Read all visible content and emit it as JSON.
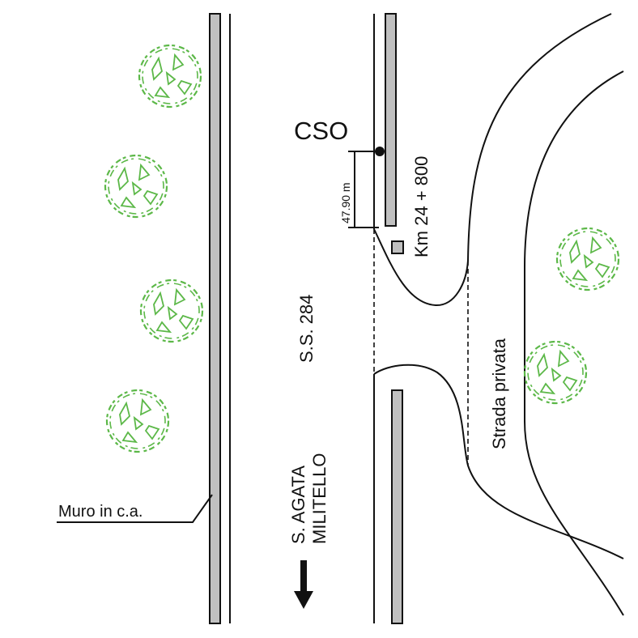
{
  "labels": {
    "cso": "CSO",
    "km": "Km 24 + 800",
    "distance": "47.90 m",
    "ss": "S.S. 284",
    "strada": "Strada privata",
    "dest_line1": "S. AGATA",
    "dest_line2": "MILITELLO",
    "muro": "Muro in c.a."
  },
  "colors": {
    "line": "#111111",
    "wall_fill": "#c0c0c0",
    "tree": "#5cb848"
  },
  "icons": {
    "tree": "tree-icon",
    "arrow": "arrow-down-icon",
    "cso_point": "dot-icon"
  }
}
